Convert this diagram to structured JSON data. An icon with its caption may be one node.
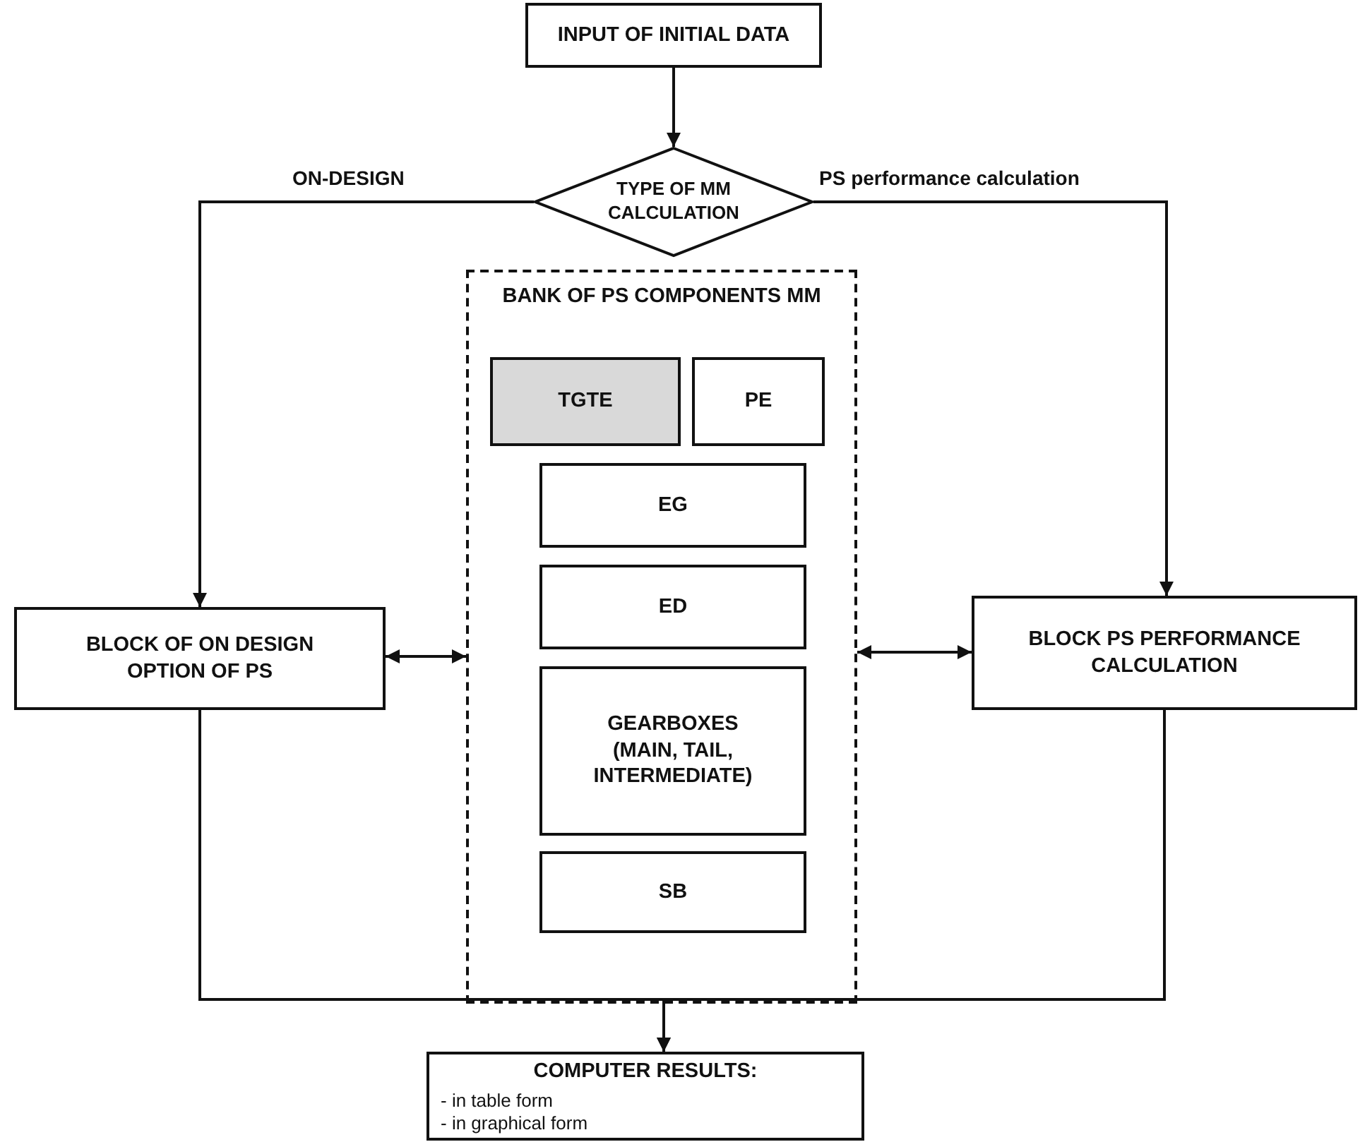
{
  "diagram": {
    "nodes": [
      {
        "text": [
          "INPUT OF INITIAL DATA"
        ]
      },
      {
        "text": [
          "TYPE OF MM CALCULATION"
        ]
      },
      {
        "text": [
          "BANK OF PS COMPONENTS MM"
        ]
      },
      {
        "text": [
          "TGTE"
        ],
        "in": 2
      },
      {
        "text": [
          "PE"
        ],
        "in": 2
      },
      {
        "text": [
          "EG"
        ],
        "in": 2
      },
      {
        "text": [
          "ED"
        ],
        "in": 2
      },
      {
        "text": [
          "GEARBOXES (MAIN, TAIL, INTERMEDIATE)"
        ],
        "in": 2
      },
      {
        "text": [
          "SB"
        ],
        "in": 2
      },
      {
        "text": [
          "BLOCK OF ON DESIGN OPTION OF PS"
        ]
      },
      {
        "text": [
          "BLOCK PS PERFORMANCE CALCULATION"
        ]
      },
      {
        "text": [
          "COMPUTER RESULTS:",
          "- in table form",
          "- in graphical form"
        ]
      }
    ],
    "edges": [
      {
        "from": 0,
        "to": 1,
        "arrow": "to"
      },
      {
        "from": 1,
        "to": 9,
        "arrow": "to",
        "label": "ON-DESIGN"
      },
      {
        "from": 1,
        "to": 10,
        "arrow": "to",
        "label": "PS performance calculation"
      },
      {
        "from": 9,
        "to": 2,
        "arrow": "both"
      },
      {
        "from": 10,
        "to": 2,
        "arrow": "both"
      },
      {
        "from": 9,
        "to": 11,
        "arrow": "to"
      },
      {
        "from": 10,
        "to": 11,
        "arrow": "to"
      }
    ]
  }
}
